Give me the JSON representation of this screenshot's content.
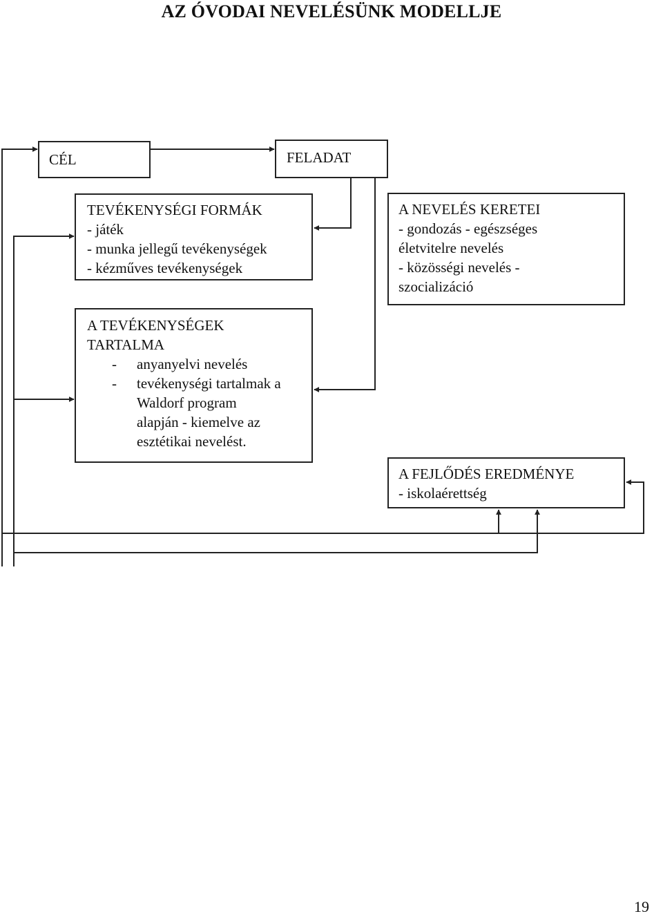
{
  "title": "AZ ÓVODAI NEVELÉSÜNK MODELLJE",
  "boxes": {
    "cel": {
      "label": "CÉL"
    },
    "feladat": {
      "label": "FELADAT"
    },
    "formak": {
      "lines": [
        "TEVÉKENYSÉGI FORMÁK",
        "- játék",
        "- munka jellegű tevékenységek",
        "- kézműves tevékenységek"
      ]
    },
    "keretei": {
      "lines": [
        "A NEVELÉS KERETEI",
        "- gondozás - egészséges",
        "életvitelre nevelés",
        "- közösségi nevelés -",
        "szocializáció"
      ]
    },
    "tartalma": {
      "heading": [
        "A TEVÉKENYSÉGEK",
        "TARTALMA"
      ],
      "items": [
        {
          "dash": "-",
          "text": "anyanyelvi nevelés"
        },
        {
          "dash": "-",
          "text": "tevékenységi tartalmak a"
        }
      ],
      "continuation": [
        "Waldorf program",
        "alapján - kiemelve az",
        "esztétikai nevelést."
      ]
    },
    "fejlodes": {
      "lines": [
        "A FEJLŐDÉS EREDMÉNYE",
        "- iskolaérettség"
      ]
    }
  },
  "page_number": "19"
}
